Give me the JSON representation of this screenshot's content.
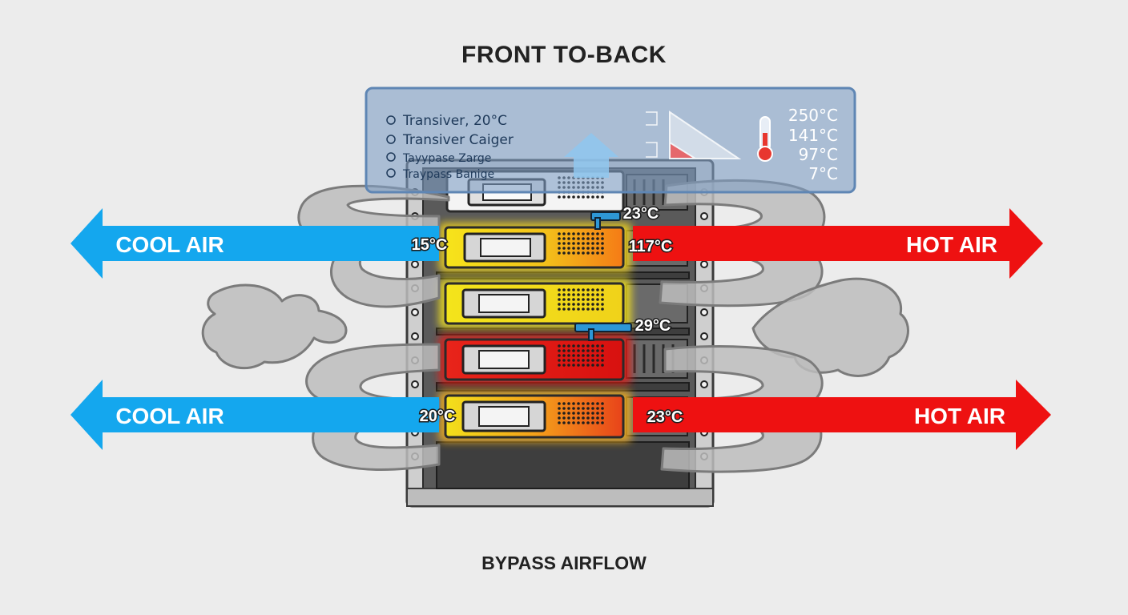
{
  "title": "FRONT TO-BACK",
  "subtitle": "BYPASS AIRFLOW",
  "arrows": {
    "cool_label": "COOL AIR",
    "hot_label": "HOT AIR"
  },
  "colors": {
    "cool": "#14a7ee",
    "hot": "#ee1111",
    "smoke": "#b7b7b7",
    "panel": "#7f9fc4",
    "server_yellow": "#f3e21a",
    "server_orange": "#f59a1a",
    "server_red": "#e21a12"
  },
  "legend": {
    "items": [
      "Transiver, 20°C",
      "Transiver Caiger",
      "Tayypase Zarge",
      "Traypass Banige"
    ],
    "scale": [
      "250°C",
      "141°C",
      "97°C",
      "7°C"
    ]
  },
  "temperatures": {
    "inlet_top": "15°C",
    "inlet_bottom": "20°C",
    "outlet_top": "117°C",
    "outlet_bottom": "23°C",
    "probe_top": "23°C",
    "probe_mid": "29°C"
  }
}
